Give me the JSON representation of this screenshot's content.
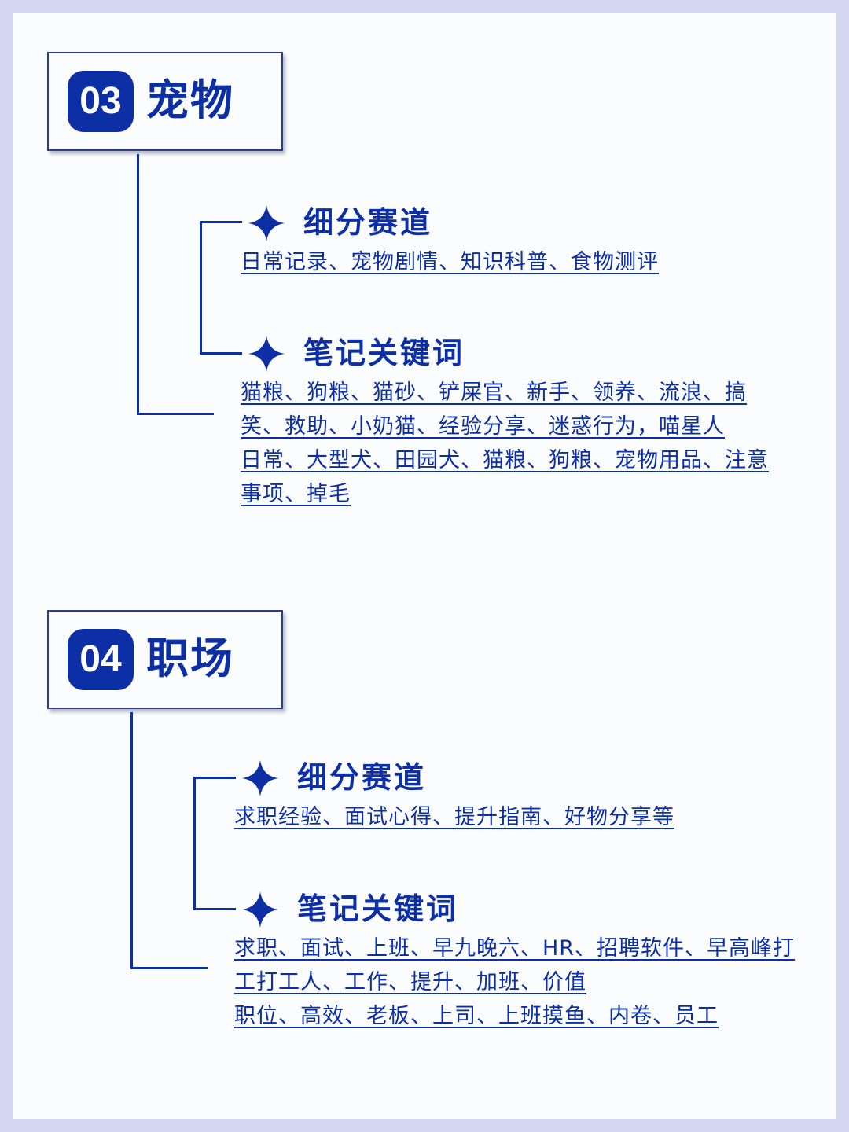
{
  "sections": [
    {
      "number": "03",
      "title": "宠物",
      "sub1_heading": "细分赛道",
      "sub1_text": "日常记录、宠物剧情、知识科普、食物测评",
      "sub2_heading": "笔记关键词",
      "sub2_lines": [
        "猫粮、狗粮、猫砂、铲屎官、新手、领养、流浪、搞",
        "笑、救助、小奶猫、经验分享、迷惑行为，喵星人",
        "日常、大型犬、田园犬、猫粮、狗粮、宠物用品、注意",
        "事项、掉毛"
      ]
    },
    {
      "number": "04",
      "title": "职场",
      "sub1_heading": "细分赛道",
      "sub1_text": "求职经验、面试心得、提升指南、好物分享等",
      "sub2_heading": "笔记关键词",
      "sub2_lines": [
        "求职、面试、上班、早九晚六、HR、招聘软件、早高峰打",
        "工打工人、工作、提升、加班、价值",
        "职位、高效、老板、上司、上班摸鱼、内卷、员工"
      ]
    }
  ],
  "colors": {
    "accent": "#0d2fa6",
    "background": "#d3d7f1",
    "card": "#fbfcfe"
  },
  "icons": {
    "bullet": "four-point-star-icon"
  }
}
